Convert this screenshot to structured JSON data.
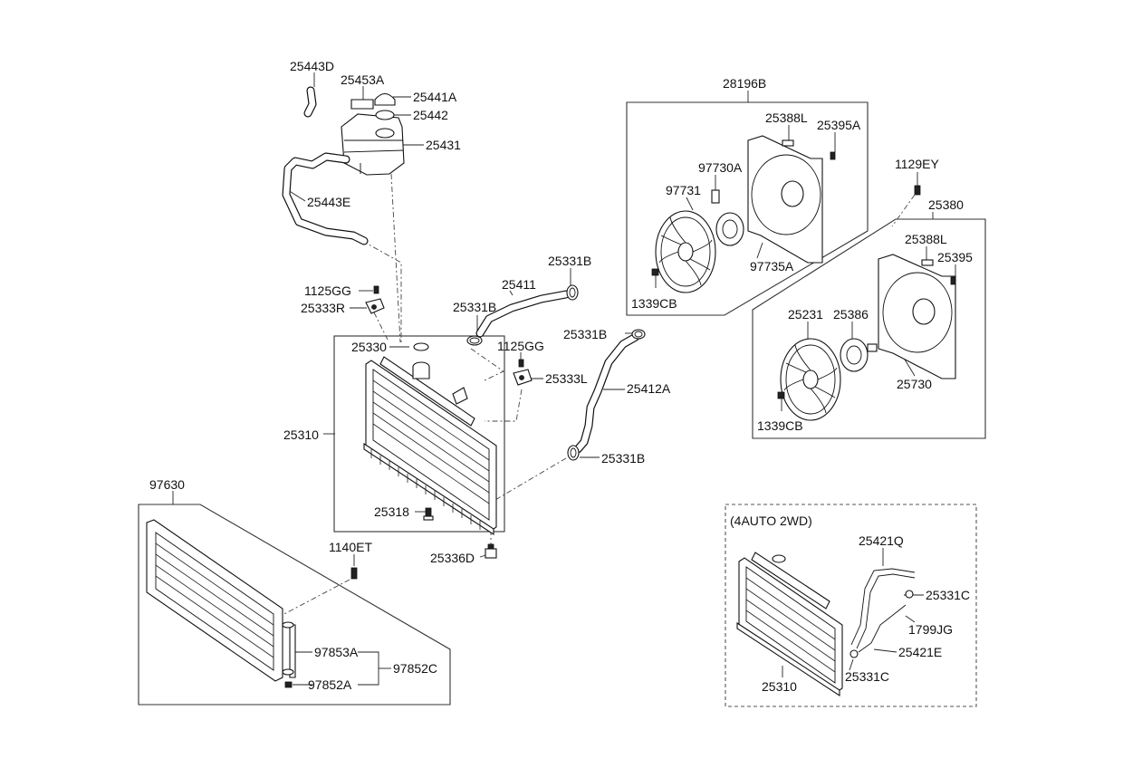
{
  "labels": {
    "p25443D": "25443D",
    "p25453A": "25453A",
    "p25441A": "25441A",
    "p25442": "25442",
    "p25431": "25431",
    "p25443E": "25443E",
    "p1125GG_left": "1125GG",
    "p25333R": "25333R",
    "p25411": "25411",
    "p25331B_a": "25331B",
    "p25331B_b": "25331B",
    "p25331B_c": "25331B",
    "p25331B_d": "25331B",
    "p25330": "25330",
    "p1125GG_mid": "1125GG",
    "p25333L": "25333L",
    "p25412A": "25412A",
    "p25310_main": "25310",
    "p25318": "25318",
    "p25336D": "25336D",
    "p97630": "97630",
    "p1140ET": "1140ET",
    "p97853A": "97853A",
    "p97852C": "97852C",
    "p97852A": "97852A",
    "p28196B": "28196B",
    "p25388L_a": "25388L",
    "p25395A": "25395A",
    "p97730A": "97730A",
    "p97731": "97731",
    "p97735A": "97735A",
    "p1339CB_a": "1339CB",
    "p1129EY": "1129EY",
    "p25380": "25380",
    "p25388L_b": "25388L",
    "p25395": "25395",
    "p25231": "25231",
    "p25386": "25386",
    "p25730": "25730",
    "p1339CB_b": "1339CB",
    "p4auto": "(4AUTO 2WD)",
    "p25421Q": "25421Q",
    "p25331C_a": "25331C",
    "p1799JG": "1799JG",
    "p25421E": "25421E",
    "p25331C_b": "25331C",
    "p25310_inset": "25310"
  },
  "icons": {
    "reservoir": "coolant-reservoir-icon",
    "radiator": "radiator-icon",
    "condenser": "condenser-icon",
    "fan": "cooling-fan-icon",
    "shroud": "fan-shroud-icon",
    "motor": "fan-motor-icon",
    "hose": "hose-icon",
    "clamp": "hose-clamp-icon",
    "bolt": "bolt-icon"
  },
  "colors": {
    "line": "#111111",
    "background": "#ffffff"
  }
}
